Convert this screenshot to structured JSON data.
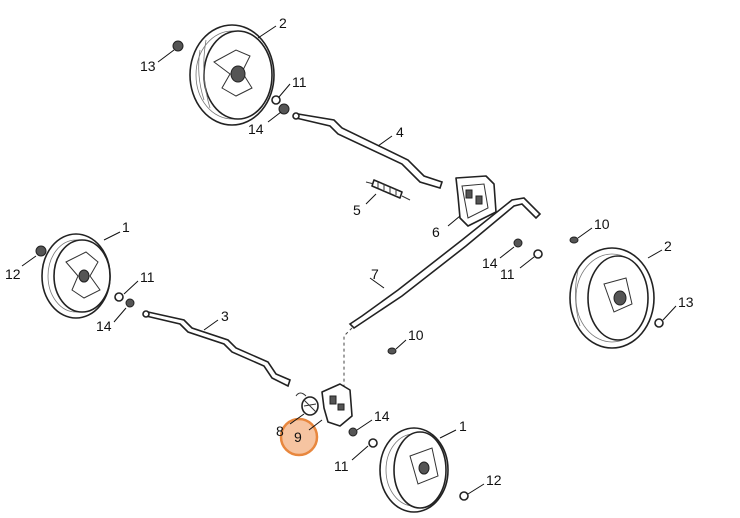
{
  "diagram": {
    "highlight_color": "#f6c4a1",
    "highlight_border": "#e8873e",
    "highlighted_part": "9",
    "callouts": [
      {
        "id": "c-2-top",
        "label": "2"
      },
      {
        "id": "c-13-top",
        "label": "13"
      },
      {
        "id": "c-11-top",
        "label": "11"
      },
      {
        "id": "c-14-top",
        "label": "14"
      },
      {
        "id": "c-4",
        "label": "4"
      },
      {
        "id": "c-5",
        "label": "5"
      },
      {
        "id": "c-6",
        "label": "6"
      },
      {
        "id": "c-10-right",
        "label": "10"
      },
      {
        "id": "c-1-left",
        "label": "1"
      },
      {
        "id": "c-12-left",
        "label": "12"
      },
      {
        "id": "c-11-left",
        "label": "11"
      },
      {
        "id": "c-14-left",
        "label": "14"
      },
      {
        "id": "c-3",
        "label": "3"
      },
      {
        "id": "c-7",
        "label": "7"
      },
      {
        "id": "c-14-right",
        "label": "14"
      },
      {
        "id": "c-11-right",
        "label": "11"
      },
      {
        "id": "c-2-right",
        "label": "2"
      },
      {
        "id": "c-13-right",
        "label": "13"
      },
      {
        "id": "c-10-mid",
        "label": "10"
      },
      {
        "id": "c-8",
        "label": "8"
      },
      {
        "id": "c-9",
        "label": "9"
      },
      {
        "id": "c-14-bottom",
        "label": "14"
      },
      {
        "id": "c-1-bottom",
        "label": "1"
      },
      {
        "id": "c-11-bottom",
        "label": "11"
      },
      {
        "id": "c-12-bottom",
        "label": "12"
      }
    ]
  }
}
